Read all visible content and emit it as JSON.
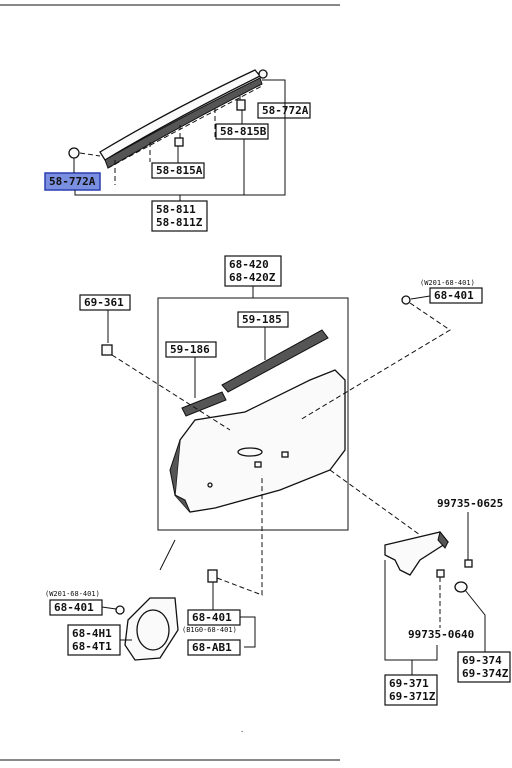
{
  "labels": {
    "l58_772A": "58-772A",
    "l58_815B": "58-815B",
    "l58_815A": "58-815A",
    "l58_772A_sel": "58-772A",
    "l58_811": "58-811",
    "l58_811Z": "58-811Z",
    "l68_420": "68-420",
    "l68_420Z": "68-420Z",
    "l59_185": "59-185",
    "l59_186": "59-186",
    "l69_361": "69-361",
    "note_w201": "(W201-68-401)",
    "note_b1g0": "(B1G0-68-401)",
    "l68_401": "68-401",
    "l99735_0625": "99735-0625",
    "l99735_0640": "99735-0640",
    "l69_374": "69-374",
    "l69_374Z": "69-374Z",
    "l69_371": "69-371",
    "l69_371Z": "69-371Z",
    "l68_4H1": "68-4H1",
    "l68_4T1": "68-4T1",
    "l68_AB1": "68-AB1"
  },
  "selected_part": "58-772A",
  "colors": {
    "highlight_fill": "#7b8fe0",
    "highlight_border": "#2a3db0",
    "ink": "#111111"
  }
}
